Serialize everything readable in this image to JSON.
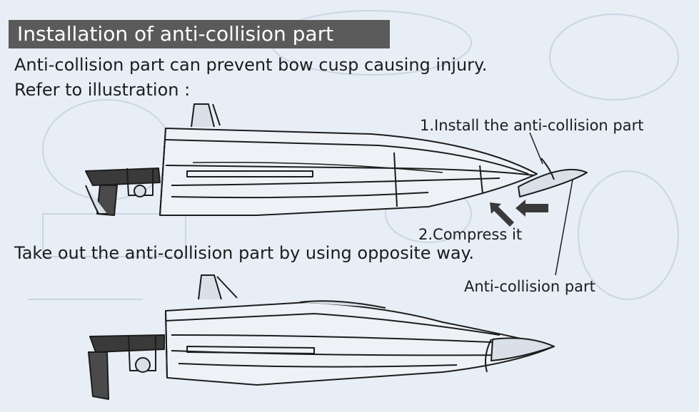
{
  "heading": "Installation of anti-collision part",
  "intro_line_1": "Anti-collision part can prevent bow cusp causing injury.",
  "intro_line_2": "Refer to illustration :",
  "step_1": "1.Install the anti-collision part",
  "step_2": "2.Compress it",
  "removal_text": "Take out the anti-collision part by using opposite way.",
  "part_label": "Anti-collision part",
  "colors": {
    "background": "#e7eef6",
    "heading_bar": "#5a5a5a",
    "ink": "#1c1c1c"
  }
}
